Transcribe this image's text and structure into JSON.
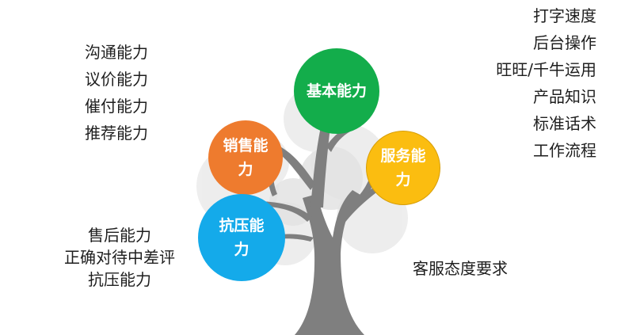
{
  "diagram": {
    "type": "ability-tree",
    "colors": {
      "trunk": "#7f7f7f",
      "bg_blob": "#ebebeb",
      "basic": "#13ad4b",
      "sales": "#ee7b2e",
      "service": "#fbbd10",
      "pressure": "#14aaea"
    },
    "nodes": {
      "basic": {
        "line1": "基本能力",
        "line2": ""
      },
      "sales": {
        "line1": "销售能",
        "line2": "力"
      },
      "service": {
        "line1": "服务能",
        "line2": "力"
      },
      "pressure": {
        "line1": "抗压能",
        "line2": "力"
      }
    },
    "sales_skills": [
      "沟通能力",
      "议价能力",
      "催付能力",
      "推荐能力"
    ],
    "basic_skills": [
      "打字速度",
      "后台操作",
      "旺旺/千牛运用",
      "产品知识",
      "标准话术",
      "工作流程"
    ],
    "pressure_skills": [
      "售后能力",
      "正确对待中差评",
      "抗压能力"
    ],
    "service_skills": [
      "客服态度要求"
    ]
  }
}
